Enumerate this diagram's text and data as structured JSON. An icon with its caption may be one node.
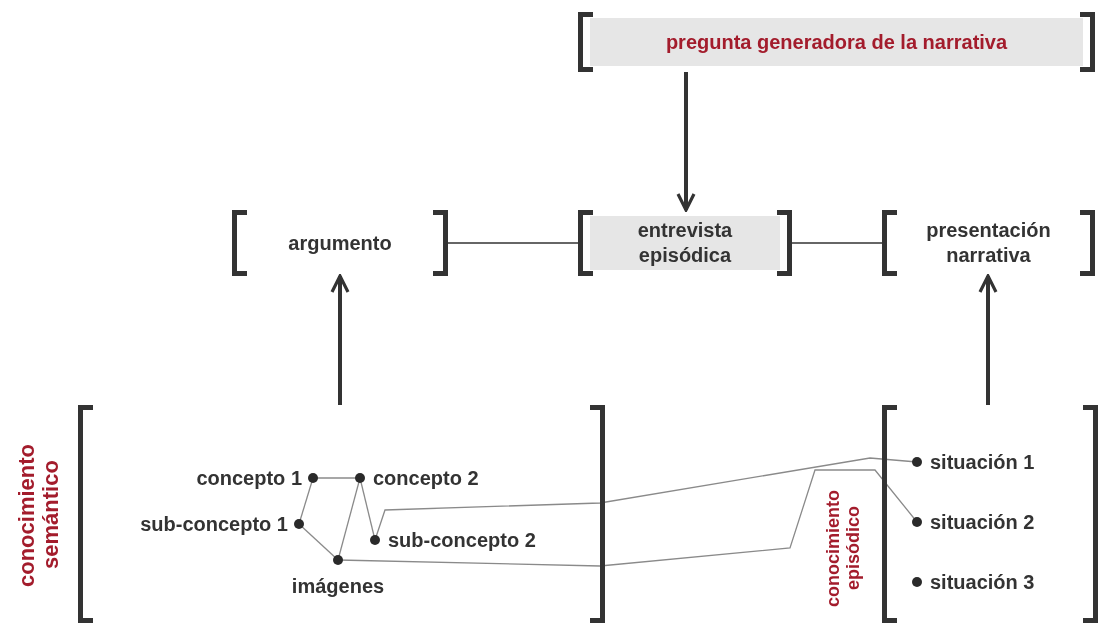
{
  "diagram": {
    "nodes": [
      {
        "text": [
          "pregunta generadora de la narrativa"
        ]
      },
      {
        "text": [
          "argumento"
        ]
      },
      {
        "text": [
          "entrevista episódica"
        ]
      },
      {
        "text": [
          "presentación narrativa"
        ]
      },
      {
        "text": [
          "conocimiento semántico"
        ]
      },
      {
        "text": [
          "concepto 1"
        ],
        "in": 4
      },
      {
        "text": [
          "concepto 2"
        ],
        "in": 4
      },
      {
        "text": [
          "sub-concepto 1"
        ],
        "in": 4
      },
      {
        "text": [
          "sub-concepto 2"
        ],
        "in": 4
      },
      {
        "text": [
          "imágenes"
        ],
        "in": 4
      },
      {
        "text": [
          "conocimiento episódico"
        ]
      },
      {
        "text": [
          "situación 1"
        ],
        "in": 10
      },
      {
        "text": [
          "situación 2"
        ],
        "in": 10
      },
      {
        "text": [
          "situación 3"
        ],
        "in": 10
      }
    ],
    "edges": [
      {
        "from": 0,
        "to": 2,
        "arrow": "to",
        "style": "thick",
        "color": "#333333"
      },
      {
        "from": 1,
        "to": 2,
        "arrow": "none",
        "color": "#333333"
      },
      {
        "from": 2,
        "to": 3,
        "arrow": "none",
        "color": "#333333"
      },
      {
        "from": 4,
        "to": 1,
        "arrow": "to",
        "style": "thick",
        "color": "#333333"
      },
      {
        "from": 10,
        "to": 3,
        "arrow": "to",
        "style": "thick",
        "color": "#333333"
      },
      {
        "from": 5,
        "to": 6,
        "arrow": "none"
      },
      {
        "from": 5,
        "to": 7,
        "arrow": "none"
      },
      {
        "from": 6,
        "to": 9,
        "arrow": "none"
      },
      {
        "from": 6,
        "to": 8,
        "arrow": "none"
      },
      {
        "from": 7,
        "to": 9,
        "arrow": "none"
      },
      {
        "from": 8,
        "to": 11,
        "arrow": "none"
      },
      {
        "from": 9,
        "to": 12,
        "arrow": "none"
      }
    ]
  }
}
